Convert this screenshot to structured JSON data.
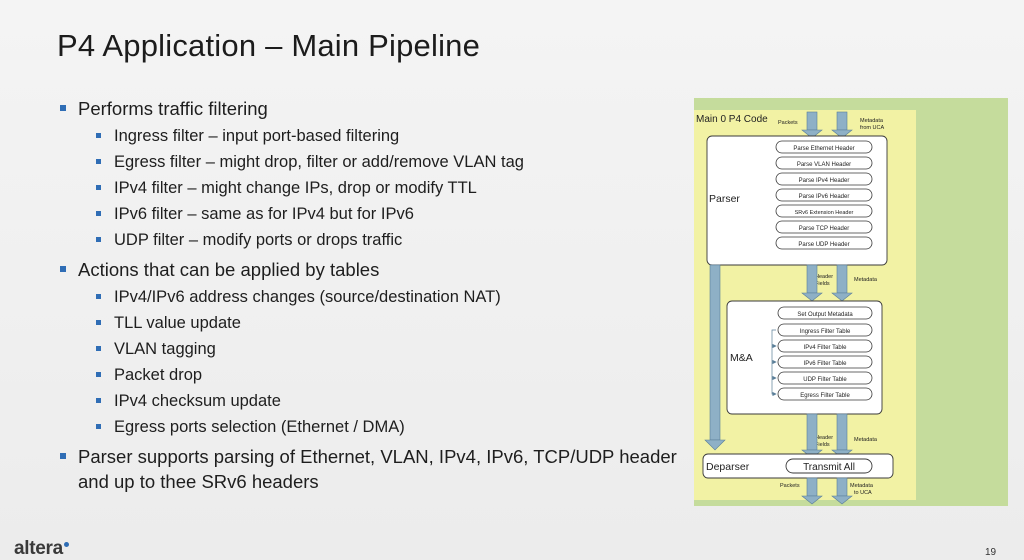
{
  "slide": {
    "title": "P4 Application – Main Pipeline",
    "page_number": "19",
    "logo_text": "altera"
  },
  "bullets": [
    {
      "text": "Performs traffic filtering",
      "children": [
        "Ingress filter – input port-based filtering",
        "Egress filter – might drop, filter or add/remove VLAN tag",
        "IPv4 filter – might change IPs, drop or modify TTL",
        "IPv6 filter – same as for IPv4 but for IPv6",
        "UDP filter – modify ports or drops traffic"
      ]
    },
    {
      "text": "Actions that can be applied by tables",
      "children": [
        "IPv4/IPv6 address changes (source/destination NAT)",
        "TLL value update",
        "VLAN tagging",
        "Packet drop",
        "IPv4 checksum update",
        "Egress ports selection (Ethernet / DMA)"
      ]
    },
    {
      "text": "Parser supports parsing of Ethernet, VLAN, IPv4, IPv6, TCP/UDP header and up to thee SRv6 headers",
      "children": []
    }
  ],
  "diagram": {
    "title": "Main 0 P4 Code",
    "top_labels": {
      "packets": "Packets",
      "metadata_line1": "Metadata",
      "metadata_line2": "from UCA"
    },
    "parser": {
      "label": "Parser",
      "items": [
        "Parse Ethernet Header",
        "Parse VLAN Header",
        "Parse IPv4 Header",
        "Parse IPv6 Header",
        "SRv6 Extension Header",
        "Parse TCP Header",
        "Parse UDP Header"
      ]
    },
    "mid_labels": {
      "header_line1": "Header",
      "header_line2": "Fields",
      "metadata": "Metadata"
    },
    "ma": {
      "label": "M&A",
      "items": [
        "Set Output Metadata",
        "Ingress Filter Table",
        "IPv4 Filter Table",
        "IPv6 Filter Table",
        "UDP Filter Table",
        "Egress Filter Table"
      ]
    },
    "lower_labels": {
      "header_line1": "Header",
      "header_line2": "Fields",
      "metadata": "Metadata"
    },
    "deparser": {
      "label": "Deparser",
      "action": "Transmit All"
    },
    "bottom_labels": {
      "packets": "Packets",
      "metadata_line1": "Metadata",
      "metadata_line2": "to UCA"
    },
    "colors": {
      "outer_bg": "#c5dc9c",
      "inner_bg": "#f2f2a4",
      "arrow": "#8eb0c6",
      "arrow_stroke": "#5b7f98",
      "box_border": "#3a3a3a",
      "bullet": "#2f6db5"
    }
  }
}
